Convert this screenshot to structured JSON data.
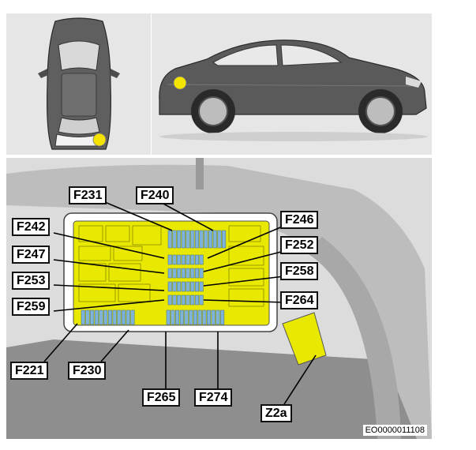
{
  "colors": {
    "panel_bg": "#e6e6e6",
    "car_body": "#5a5a5a",
    "marker": "#f5e400",
    "fuse_box": "#e8e800",
    "fuse": "#7fb3d9",
    "leader": "#000000"
  },
  "callouts": {
    "f231": "F231",
    "f240": "F240",
    "f242": "F242",
    "f246": "F246",
    "f247": "F247",
    "f252": "F252",
    "f253": "F253",
    "f258": "F258",
    "f259": "F259",
    "f264": "F264",
    "f221": "F221",
    "f230": "F230",
    "f265": "F265",
    "f274": "F274",
    "z2a": "Z2a"
  },
  "reference_code": "EO0000011108"
}
